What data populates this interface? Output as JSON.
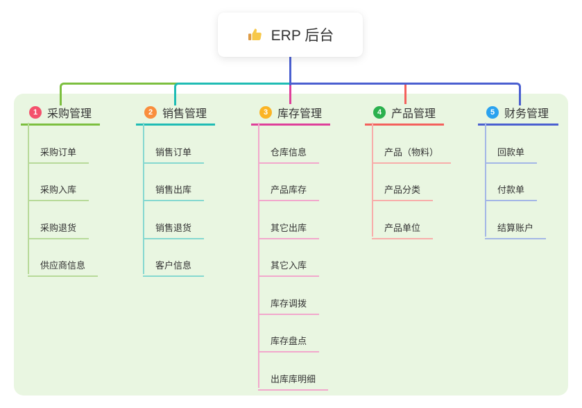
{
  "root": {
    "label": "ERP 后台",
    "icon": "thumbs-up"
  },
  "branches": [
    {
      "num": "1",
      "label": "采购管理",
      "children": [
        "采购订单",
        "采购入库",
        "采购退货",
        "供应商信息"
      ],
      "colors": {
        "badge": "#f4516c",
        "line": "#7cbf3f",
        "light": "#b7da99"
      }
    },
    {
      "num": "2",
      "label": "销售管理",
      "children": [
        "销售订单",
        "销售出库",
        "销售退货",
        "客户信息"
      ],
      "colors": {
        "badge": "#f98e3d",
        "line": "#1fbcb4",
        "light": "#85d8d0"
      }
    },
    {
      "num": "3",
      "label": "库存管理",
      "children": [
        "仓库信息",
        "产品库存",
        "其它出库",
        "其它入库",
        "库存调拨",
        "库存盘点",
        "出库库明细"
      ],
      "colors": {
        "badge": "#fbb425",
        "line": "#de3f9a",
        "light": "#f2a7cc"
      }
    },
    {
      "num": "4",
      "label": "产品管理",
      "children": [
        "产品（物料）",
        "产品分类",
        "产品单位"
      ],
      "colors": {
        "badge": "#2bb14e",
        "line": "#f4605c",
        "light": "#f8adaa"
      }
    },
    {
      "num": "5",
      "label": "财务管理",
      "children": [
        "回款单",
        "付款单",
        "结算账户"
      ],
      "colors": {
        "badge": "#2aa2ef",
        "line": "#4a5fd0",
        "light": "#a3b6e6"
      }
    }
  ],
  "palette": {
    "canvas_bg": "#ffffff",
    "panel_bg": "#e9f6e1",
    "text": "#333333",
    "root_bg": "#ffffff"
  }
}
